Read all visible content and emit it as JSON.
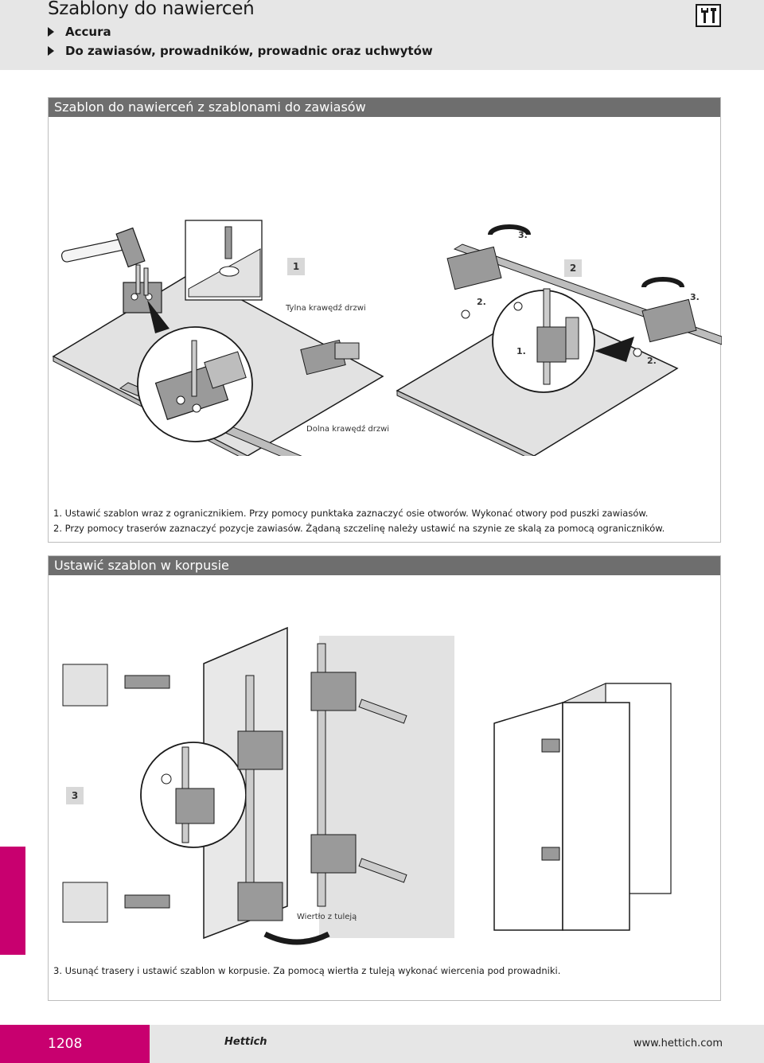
{
  "header": {
    "title": "Szablony do nawierceń",
    "crumbs": [
      "Accura",
      "Do zawiasów, prowadników, prowadnic oraz uchwytów"
    ],
    "tool_icon": "tools-icon"
  },
  "section1": {
    "title": "Szablon do nawierceń z szablonami do zawiasów",
    "labels": {
      "back_edge": "Tylna krawędź drzwi",
      "bottom_edge": "Dolna krawędź drzwi",
      "box1": "1",
      "box2": "2",
      "s3a": "3.",
      "s2a": "2.",
      "s1": "1.",
      "s3b": "3.",
      "s2b": "2."
    },
    "captions": [
      "1. Ustawić szablon wraz z ogranicznikiem. Przy pomocy punktaka zaznaczyć osie otworów. Wykonać otwory pod puszki zawiasów.",
      "2. Przy pomocy traserów zaznaczyć pozycje zawiasów. Żądaną szczelinę należy ustawić na szynie ze skalą za pomocą ograniczników."
    ]
  },
  "section2": {
    "title": "Ustawić szablon w korpusie",
    "labels": {
      "box3": "3",
      "drill": "Wiertło z tuleją"
    },
    "caption": "3. Usunąć trasery i ustawić szablon w korpusie. Za pomocą wiertła z tuleją wykonać wiercenia pod prowadniki."
  },
  "footer": {
    "page_number": "1208",
    "brand": "Hettich",
    "url": "www.hettich.com"
  },
  "colors": {
    "accent": "#c8006f",
    "bar": "#6e6e6e",
    "header_bg": "#e6e6e6"
  }
}
